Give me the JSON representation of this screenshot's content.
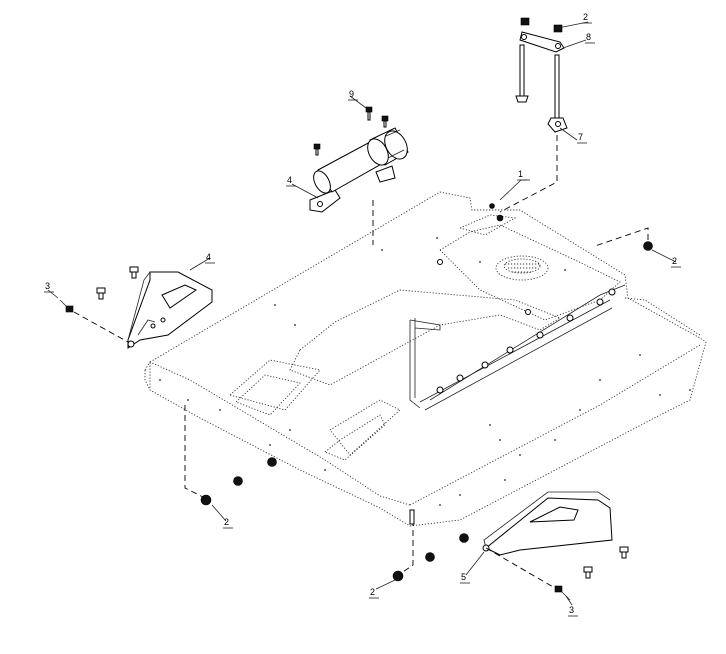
{
  "callouts": {
    "c1": "1",
    "c2a": "2",
    "c2b": "2",
    "c2c": "2",
    "c2d": "2",
    "c3a": "3",
    "c3b": "3",
    "c4a": "4",
    "c4b": "4",
    "c5": "5",
    "c7": "7",
    "c8": "8",
    "c9": "9"
  }
}
